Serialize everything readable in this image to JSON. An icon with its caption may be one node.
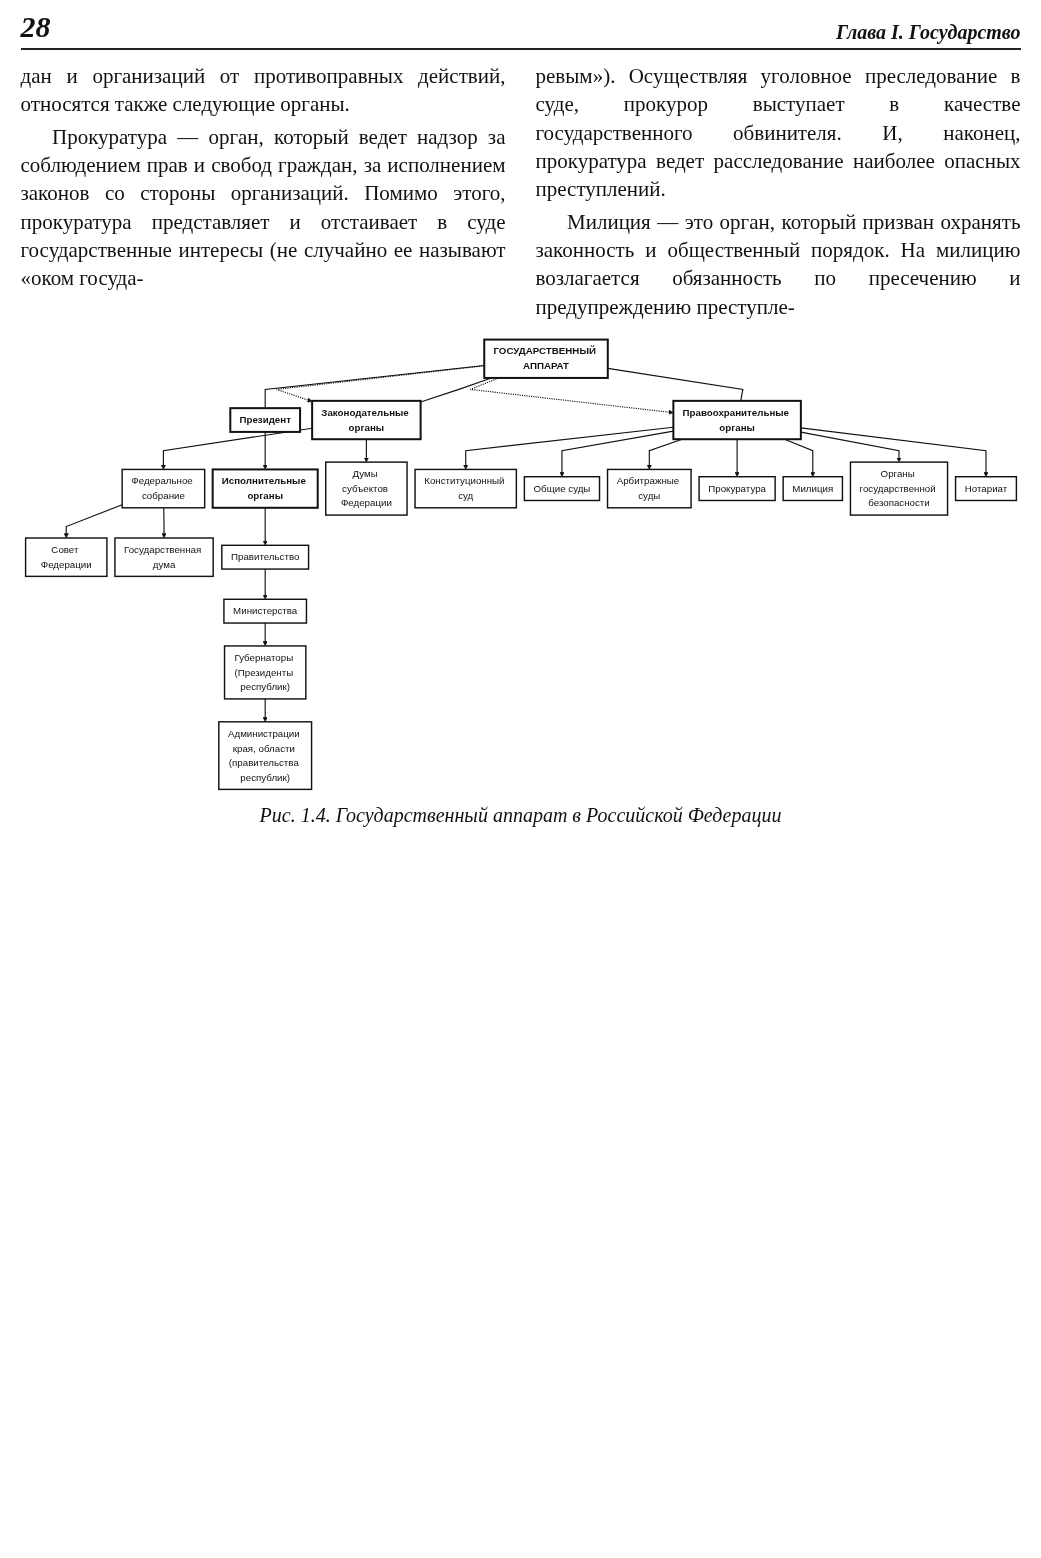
{
  "diagram": {
    "caption": "Рис. 1.4. Государственный аппарат в Российской Федерации",
    "nodes": [
      {
        "text": [
          "ГОСУДАРСТВЕННЫЙ АППАРАТ"
        ]
      },
      {
        "text": [
          "Президент"
        ]
      },
      {
        "text": [
          "Законодательные органы"
        ]
      },
      {
        "text": [
          "Исполнительные органы"
        ]
      },
      {
        "text": [
          "Правоохранительные органы"
        ]
      },
      {
        "text": [
          "Федеральное собрание"
        ]
      },
      {
        "text": [
          "Совет Федерации"
        ]
      },
      {
        "text": [
          "Государственная дума"
        ]
      },
      {
        "text": [
          "Думы субъектов Федерации"
        ]
      },
      {
        "text": [
          "Правительство"
        ]
      },
      {
        "text": [
          "Министерства"
        ]
      },
      {
        "text": [
          "Губернаторы (Президенты республик)"
        ]
      },
      {
        "text": [
          "Администрации края, области (правительства республик)"
        ]
      },
      {
        "text": [
          "Конституционный суд"
        ]
      },
      {
        "text": [
          "Общие суды"
        ]
      },
      {
        "text": [
          "Арбитражные суды"
        ]
      },
      {
        "text": [
          "Прокуратура"
        ]
      },
      {
        "text": [
          "Милиция"
        ]
      },
      {
        "text": [
          "Органы государственной безопасности"
        ]
      },
      {
        "text": [
          "Нотариат"
        ]
      }
    ],
    "edges": [
      {
        "from": 0,
        "to": 1,
        "arrow": "none"
      },
      {
        "from": 0,
        "to": 2,
        "arrow": "to",
        "style": "dashed"
      },
      {
        "from": 0,
        "to": 4,
        "arrow": "to",
        "style": "dashed"
      },
      {
        "from": 0,
        "to": 2,
        "arrow": "none"
      },
      {
        "from": 0,
        "to": 4,
        "arrow": "none"
      },
      {
        "from": 1,
        "to": 3,
        "arrow": "to"
      },
      {
        "from": 2,
        "to": 5,
        "arrow": "to"
      },
      {
        "from": 2,
        "to": 8,
        "arrow": "to"
      },
      {
        "from": 5,
        "to": 6,
        "arrow": "to"
      },
      {
        "from": 5,
        "to": 7,
        "arrow": "to"
      },
      {
        "from": 3,
        "to": 9,
        "arrow": "to"
      },
      {
        "from": 9,
        "to": 10,
        "arrow": "to"
      },
      {
        "from": 10,
        "to": 11,
        "arrow": "to"
      },
      {
        "from": 11,
        "to": 12,
        "arrow": "to"
      },
      {
        "from": 4,
        "to": 13,
        "arrow": "to"
      },
      {
        "from": 4,
        "to": 14,
        "arrow": "to"
      },
      {
        "from": 4,
        "to": 15,
        "arrow": "to"
      },
      {
        "from": 4,
        "to": 16,
        "arrow": "to"
      },
      {
        "from": 4,
        "to": 17,
        "arrow": "to"
      },
      {
        "from": 4,
        "to": 18,
        "arrow": "to"
      },
      {
        "from": 4,
        "to": 19,
        "arrow": "to"
      }
    ],
    "labels": [
      "28",
      "Глава I. Государство",
      "дан и организаций от противоправных действий, относятся также следующие органы.",
      "Прокуратура — орган, который ведет надзор за соблюдением прав и свобод граждан, за исполнением законов со стороны организаций. Помимо этого, прокуратура представляет и отстаивает в суде государственные интересы (не случайно ее называют «оком госуда-",
      "ревым»). Осуществляя уголовное преследование в суде, прокурор выступает в качестве государственного обвинителя. И, наконец, прокуратура ведет расследование наиболее опасных преступлений.",
      "Милиция — это орган, который призван охранять законность и общественный порядок. На милицию возлагается обязанность по пресечению и предупреждению преступле-"
    ]
  }
}
